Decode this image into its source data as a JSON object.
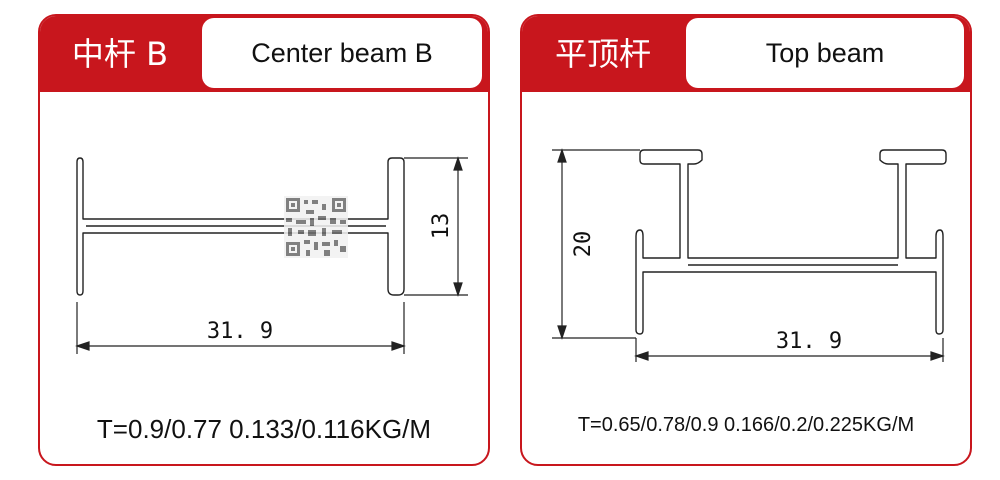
{
  "cards": [
    {
      "cn_title": "中杆 B",
      "en_title": "Center beam B",
      "dim_width": "31. 9",
      "dim_height": "13",
      "spec": "T=0.9/0.77   0.133/0.116KG/M"
    },
    {
      "cn_title": "平顶杆",
      "en_title": "Top beam",
      "dim_width": "31. 9",
      "dim_height": "20",
      "spec": "T=0.65/0.78/0.9   0.166/0.2/0.225KG/M"
    }
  ],
  "colors": {
    "brand_red": "#c8161d",
    "line": "#222222",
    "background": "#ffffff"
  }
}
